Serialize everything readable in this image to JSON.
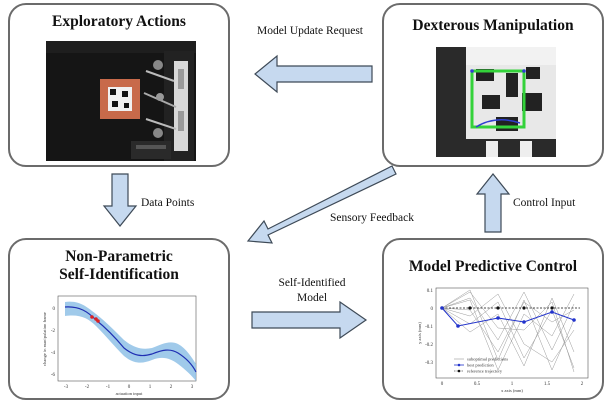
{
  "boxes": {
    "exploratory": {
      "title": "Exploratory Actions"
    },
    "dexterous": {
      "title": "Dexterous Manipulation"
    },
    "nonparam": {
      "title_line1": "Non-Parametric",
      "title_line2": "Self-Identification"
    },
    "mpc": {
      "title": "Model Predictive Control"
    }
  },
  "arrows": {
    "model_update": "Model Update Request",
    "data_points": "Data Points",
    "sensory_feedback": "Sensory Feedback",
    "control_input": "Control Input",
    "self_identified_line1": "Self-Identified",
    "self_identified_line2": "Model"
  },
  "gp_plot": {
    "ylabel": "change in manipulation frame",
    "xlabel": "actuation input",
    "xticks": [
      "-3",
      "-2",
      "-1",
      "0",
      "1",
      "2",
      "3"
    ],
    "yticks": [
      "0",
      "-2",
      "-4",
      "-6"
    ]
  },
  "mpc_plot": {
    "ylabel": "y axis (mm)",
    "xlabel": "x axis (mm)",
    "xticks": [
      "0",
      "0.5",
      "1",
      "1.5",
      "2"
    ],
    "yticks": [
      "0.1",
      "0",
      "-0.1",
      "-0.2",
      "-0.3"
    ],
    "legend": [
      "suboptimal predictions",
      "best prediction",
      "reference trajectory"
    ]
  },
  "colors": {
    "arrow_fill": "#c6d9ef",
    "arrow_stroke": "#3e4a57",
    "box_border": "#6b6b6b",
    "gp_band": "#8fc1e6",
    "gp_mean": "#1f2fb3",
    "mpc_best": "#2233cc"
  }
}
